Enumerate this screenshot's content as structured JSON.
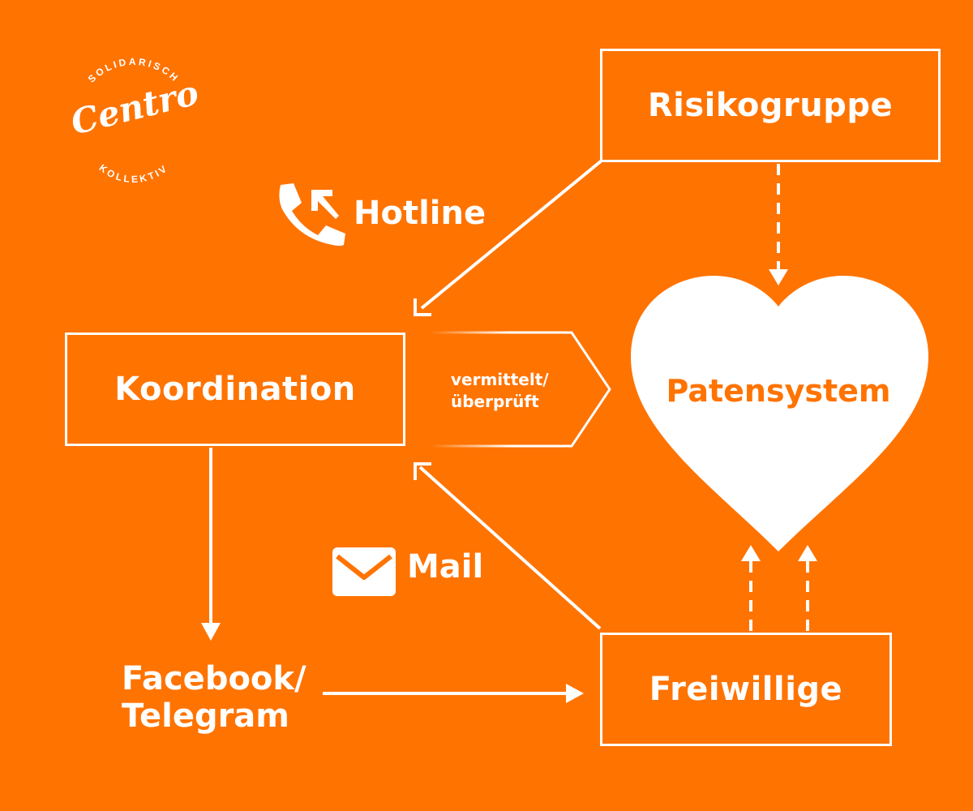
{
  "logo": {
    "top_text": "SOLIDARISCH",
    "script_text": "Centro",
    "bottom_text": "KOLLEKTIV"
  },
  "nodes": {
    "risikogruppe": "Risikogruppe",
    "koordination": "Koordination",
    "freiwillige": "Freiwillige",
    "patensystem": "Patensystem"
  },
  "channels": {
    "hotline": "Hotline",
    "mail": "Mail",
    "social_line1": "Facebook/",
    "social_line2": "Telegram"
  },
  "process": {
    "line1": "vermittelt/",
    "line2": "überprüft"
  },
  "colors": {
    "background": "#ff7300",
    "foreground": "#ffffff"
  }
}
